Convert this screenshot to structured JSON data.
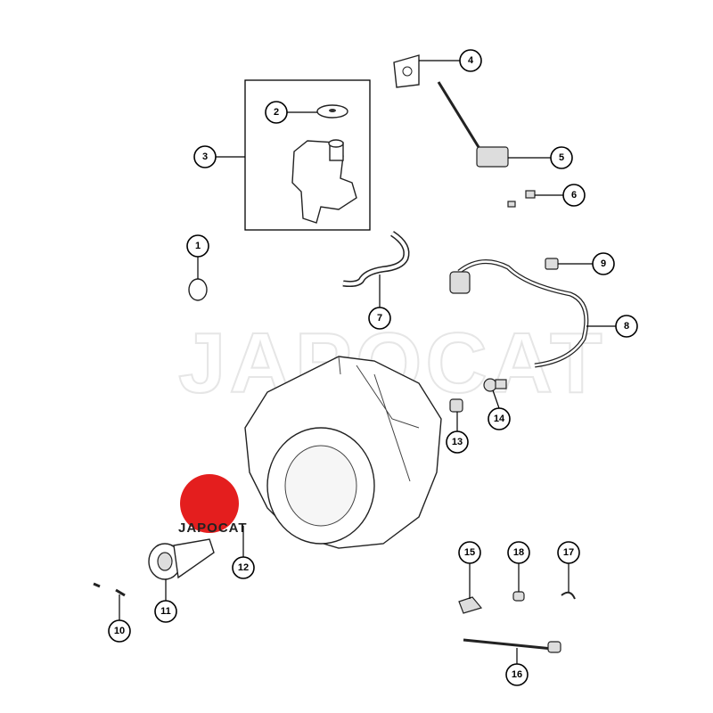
{
  "diagram": {
    "watermark": "JAPOCAT",
    "logo_text": "JAPOCAT",
    "logo_color": "#e41e1e",
    "callouts": [
      "1",
      "2",
      "3",
      "4",
      "5",
      "6",
      "7",
      "8",
      "9",
      "10",
      "11",
      "12",
      "13",
      "14",
      "15",
      "16",
      "17",
      "18"
    ]
  }
}
